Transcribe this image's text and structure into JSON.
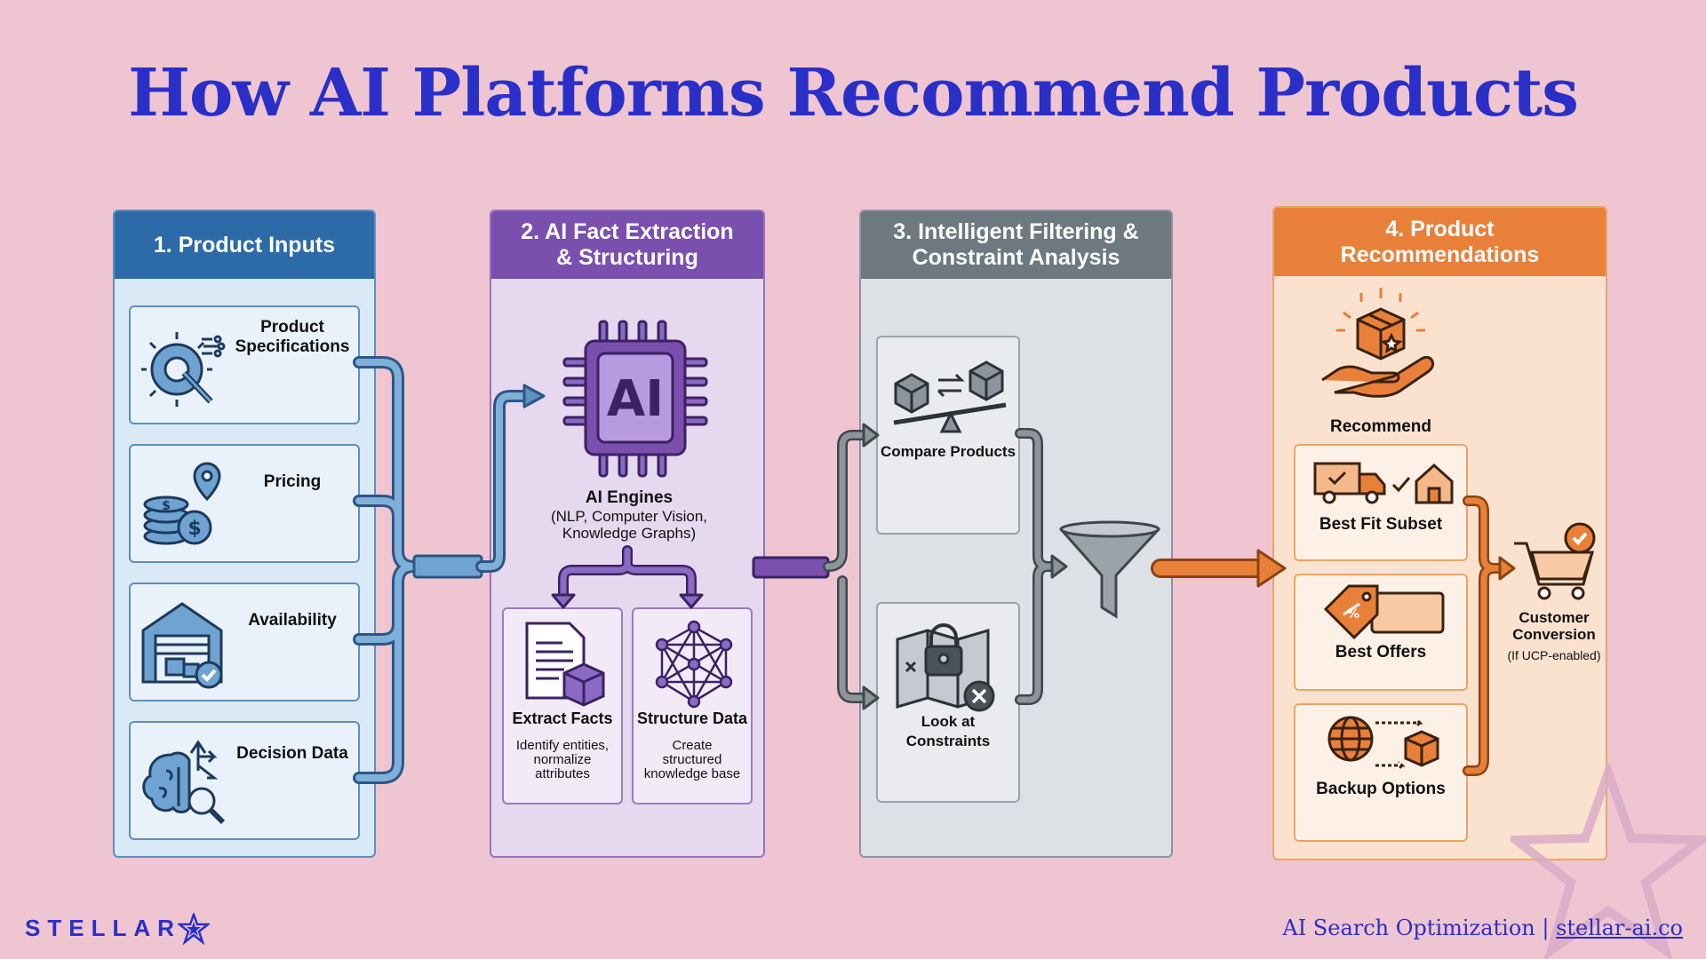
{
  "title": "How AI Platforms Recommend Products",
  "columns": [
    {
      "heading": "1. Product Inputs",
      "items": [
        "Product\nSpecifications",
        "Pricing",
        "Availability",
        "Decision Data"
      ]
    },
    {
      "heading": "2. AI Fact Extraction\n& Structuring",
      "chip_text": "AI",
      "engine_title": "AI Engines",
      "engine_sub": "(NLP, Computer Vision,\nKnowledge Graphs)",
      "items": [
        {
          "title": "Extract Facts",
          "desc": "Identify entities,\nnormalize\nattributes"
        },
        {
          "title": "Structure Data",
          "desc": "Create\nstructured\nknowledge base"
        }
      ]
    },
    {
      "heading": "3. Intelligent Filtering &\nConstraint Analysis",
      "items": [
        "Compare Products",
        "Look at Constraints"
      ]
    },
    {
      "heading": "4. Product\nRecommendations",
      "recommend": "Recommend",
      "items": [
        "Best Fit Subset",
        "Best Offers",
        "Backup Options"
      ]
    }
  ],
  "conversion": {
    "title": "Customer\nConversion",
    "note": "(If UCP-enabled)"
  },
  "footer": {
    "brand": "STELLAR",
    "tagline": "AI Search Optimization | ",
    "link": "stellar-ai.co"
  },
  "colors": {
    "blue": "#2c6aa8",
    "purple": "#7a4fae",
    "gray": "#6d7880",
    "orange": "#e9803a",
    "title": "#2a2fc7"
  }
}
